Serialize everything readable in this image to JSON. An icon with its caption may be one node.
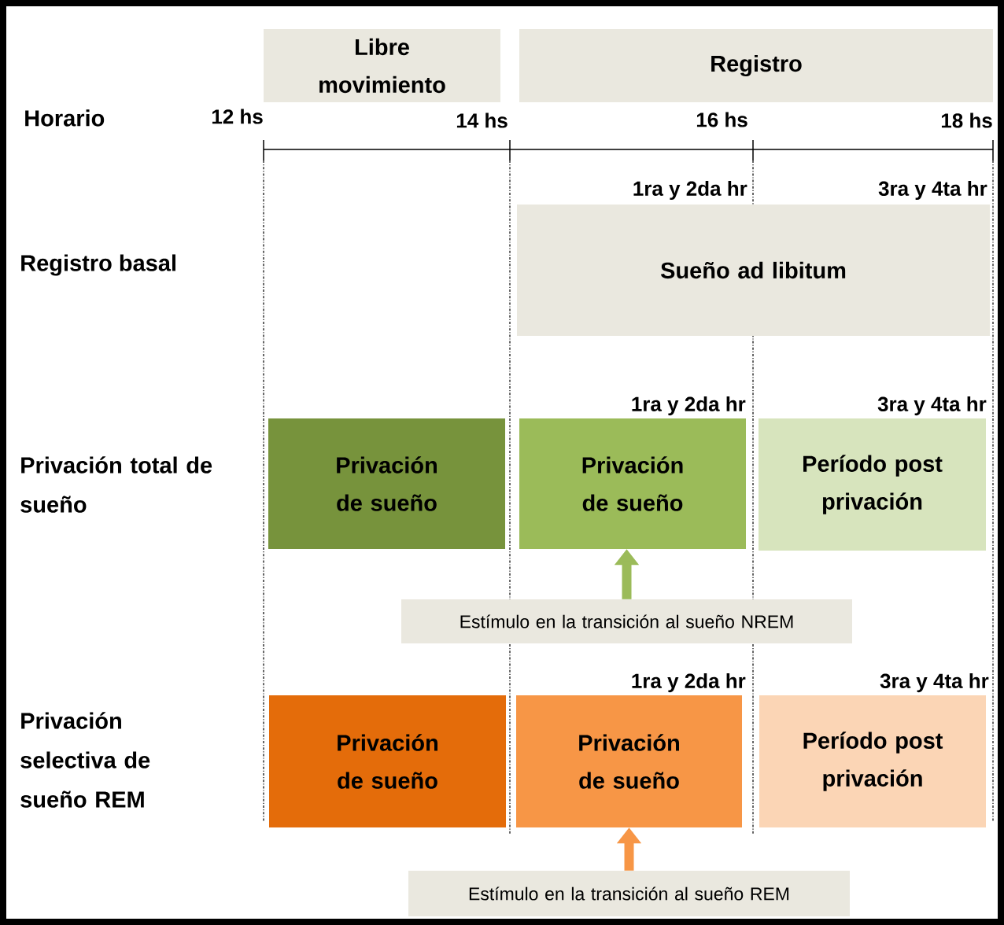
{
  "diagram": {
    "nodes": [
      {
        "text": [
          "Libre movimiento"
        ]
      },
      {
        "text": [
          "Registro"
        ]
      },
      {
        "text": [
          "Sueño ad libitum"
        ]
      },
      {
        "text": [
          "Privación de sueño"
        ]
      },
      {
        "text": [
          "Privación de sueño"
        ]
      },
      {
        "text": [
          "Período post privación"
        ]
      },
      {
        "text": [
          "Estímulo en la transición al sueño NREM"
        ]
      },
      {
        "text": [
          "Privación de sueño"
        ]
      },
      {
        "text": [
          "Privación de sueño"
        ]
      },
      {
        "text": [
          "Período post privación"
        ]
      },
      {
        "text": [
          "Estímulo en la transición al sueño REM"
        ]
      }
    ],
    "edges": [
      {
        "from": 6,
        "to": 4,
        "arrow": "to",
        "color": "#9bbb59"
      },
      {
        "from": 10,
        "to": 8,
        "arrow": "to",
        "color": "#f79646"
      }
    ],
    "labels": [
      "Horario",
      "12 hs",
      "14 hs",
      "16 hs",
      "18 hs",
      "1ra y 2da hr",
      "3ra y 4ta hr",
      "Registro basal",
      "1ra y 2da hr",
      "3ra y 4ta hr",
      "Privación total de sueño",
      "1ra y 2da hr",
      "3ra y 4ta hr",
      "Privación selectiva de sueño REM"
    ]
  }
}
